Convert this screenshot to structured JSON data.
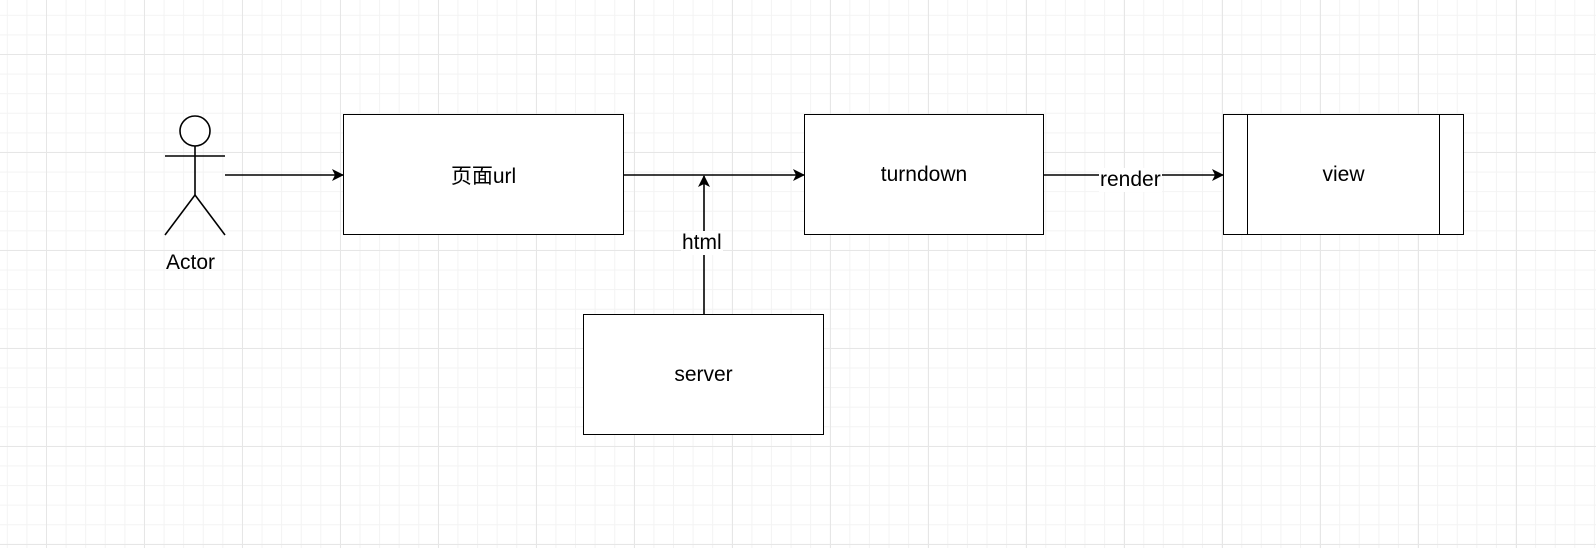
{
  "diagram": {
    "actor_label": "Actor",
    "nodes": {
      "page_url": "页面url",
      "turndown": "turndown",
      "view": "view",
      "server": "server"
    },
    "edges": {
      "html_label": "html",
      "render_label": "render"
    }
  }
}
